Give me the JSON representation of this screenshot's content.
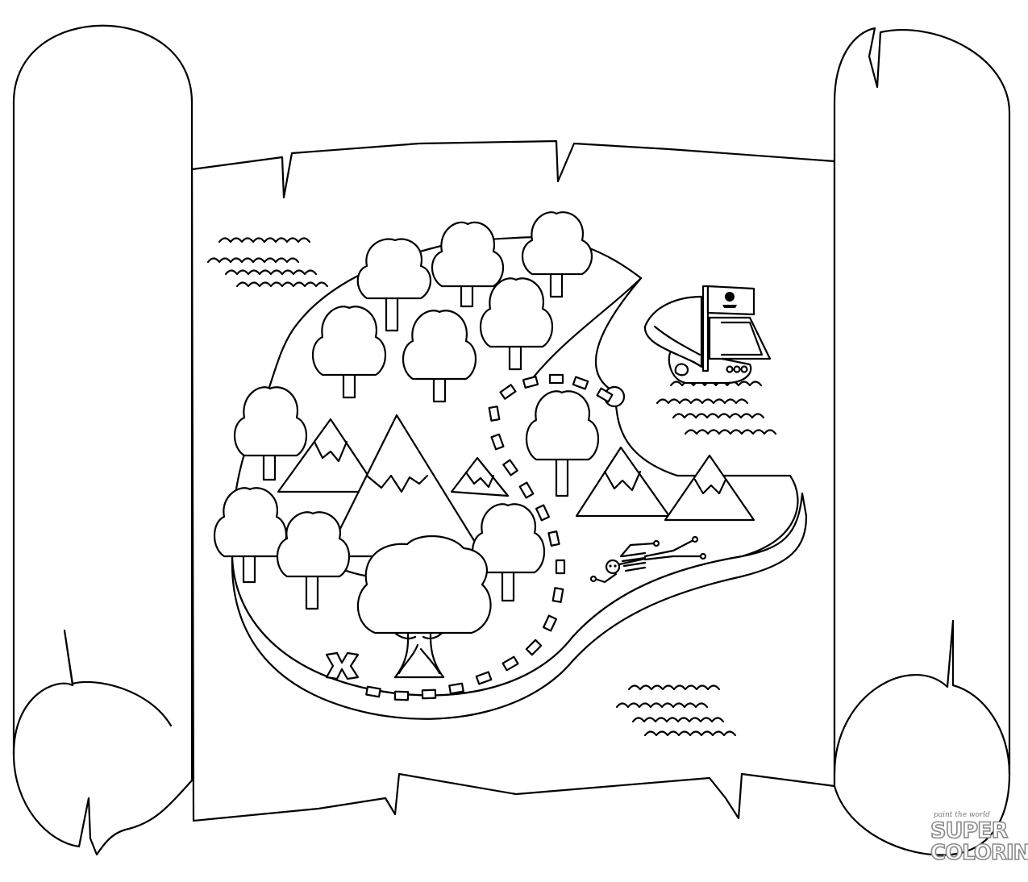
{
  "image": {
    "title": "",
    "background": "#ffffff",
    "line_color": "#000000"
  },
  "watermark": {
    "tagline": "paint the world",
    "line1": "SUPER",
    "line2": "COLORING",
    "color": "#8a8a8a"
  }
}
